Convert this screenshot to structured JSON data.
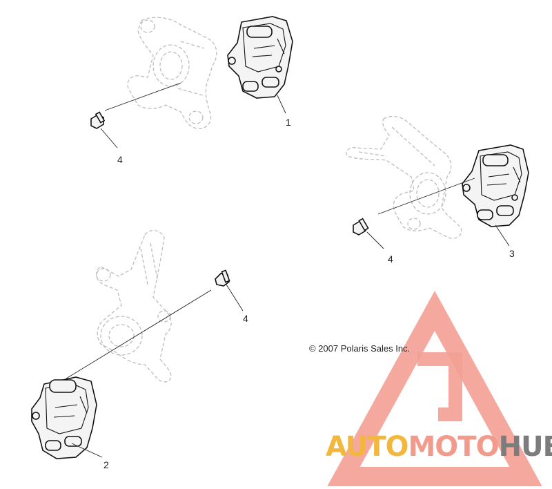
{
  "diagram": {
    "callouts": [
      {
        "id": "1",
        "label": "1"
      },
      {
        "id": "2",
        "label": "2"
      },
      {
        "id": "3",
        "label": "3"
      },
      {
        "id": "4a",
        "label": "4"
      },
      {
        "id": "4b",
        "label": "4"
      },
      {
        "id": "4c",
        "label": "4"
      }
    ],
    "copyright": "© 2007 Polaris Sales Inc."
  },
  "watermark": {
    "part1": "AUTO",
    "part2": "MOTO",
    "part3": "HUB",
    "colors": {
      "auto": "#f4b73d",
      "moto": "#f29a8c",
      "hub": "#7c7c7c",
      "triangle": "#f4a093"
    }
  }
}
